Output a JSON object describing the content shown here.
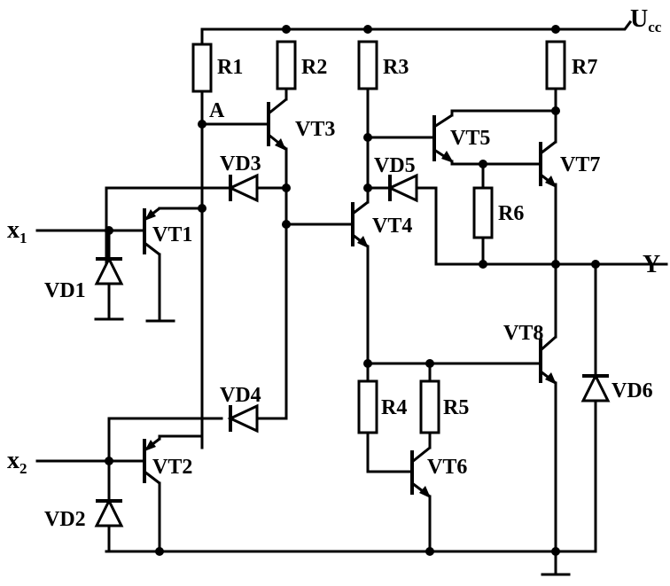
{
  "supply": {
    "main": "U",
    "sub": "cc"
  },
  "output_label": "Y",
  "inputs": [
    {
      "main": "x",
      "sub": "1"
    },
    {
      "main": "x",
      "sub": "2"
    }
  ],
  "node_label": "A",
  "resistors": [
    "R1",
    "R2",
    "R3",
    "R4",
    "R5",
    "R6",
    "R7"
  ],
  "transistors": [
    "VT1",
    "VT2",
    "VT3",
    "VT4",
    "VT5",
    "VT6",
    "VT7",
    "VT8"
  ],
  "diodes": [
    "VD1",
    "VD2",
    "VD3",
    "VD4",
    "VD5",
    "VD6"
  ]
}
